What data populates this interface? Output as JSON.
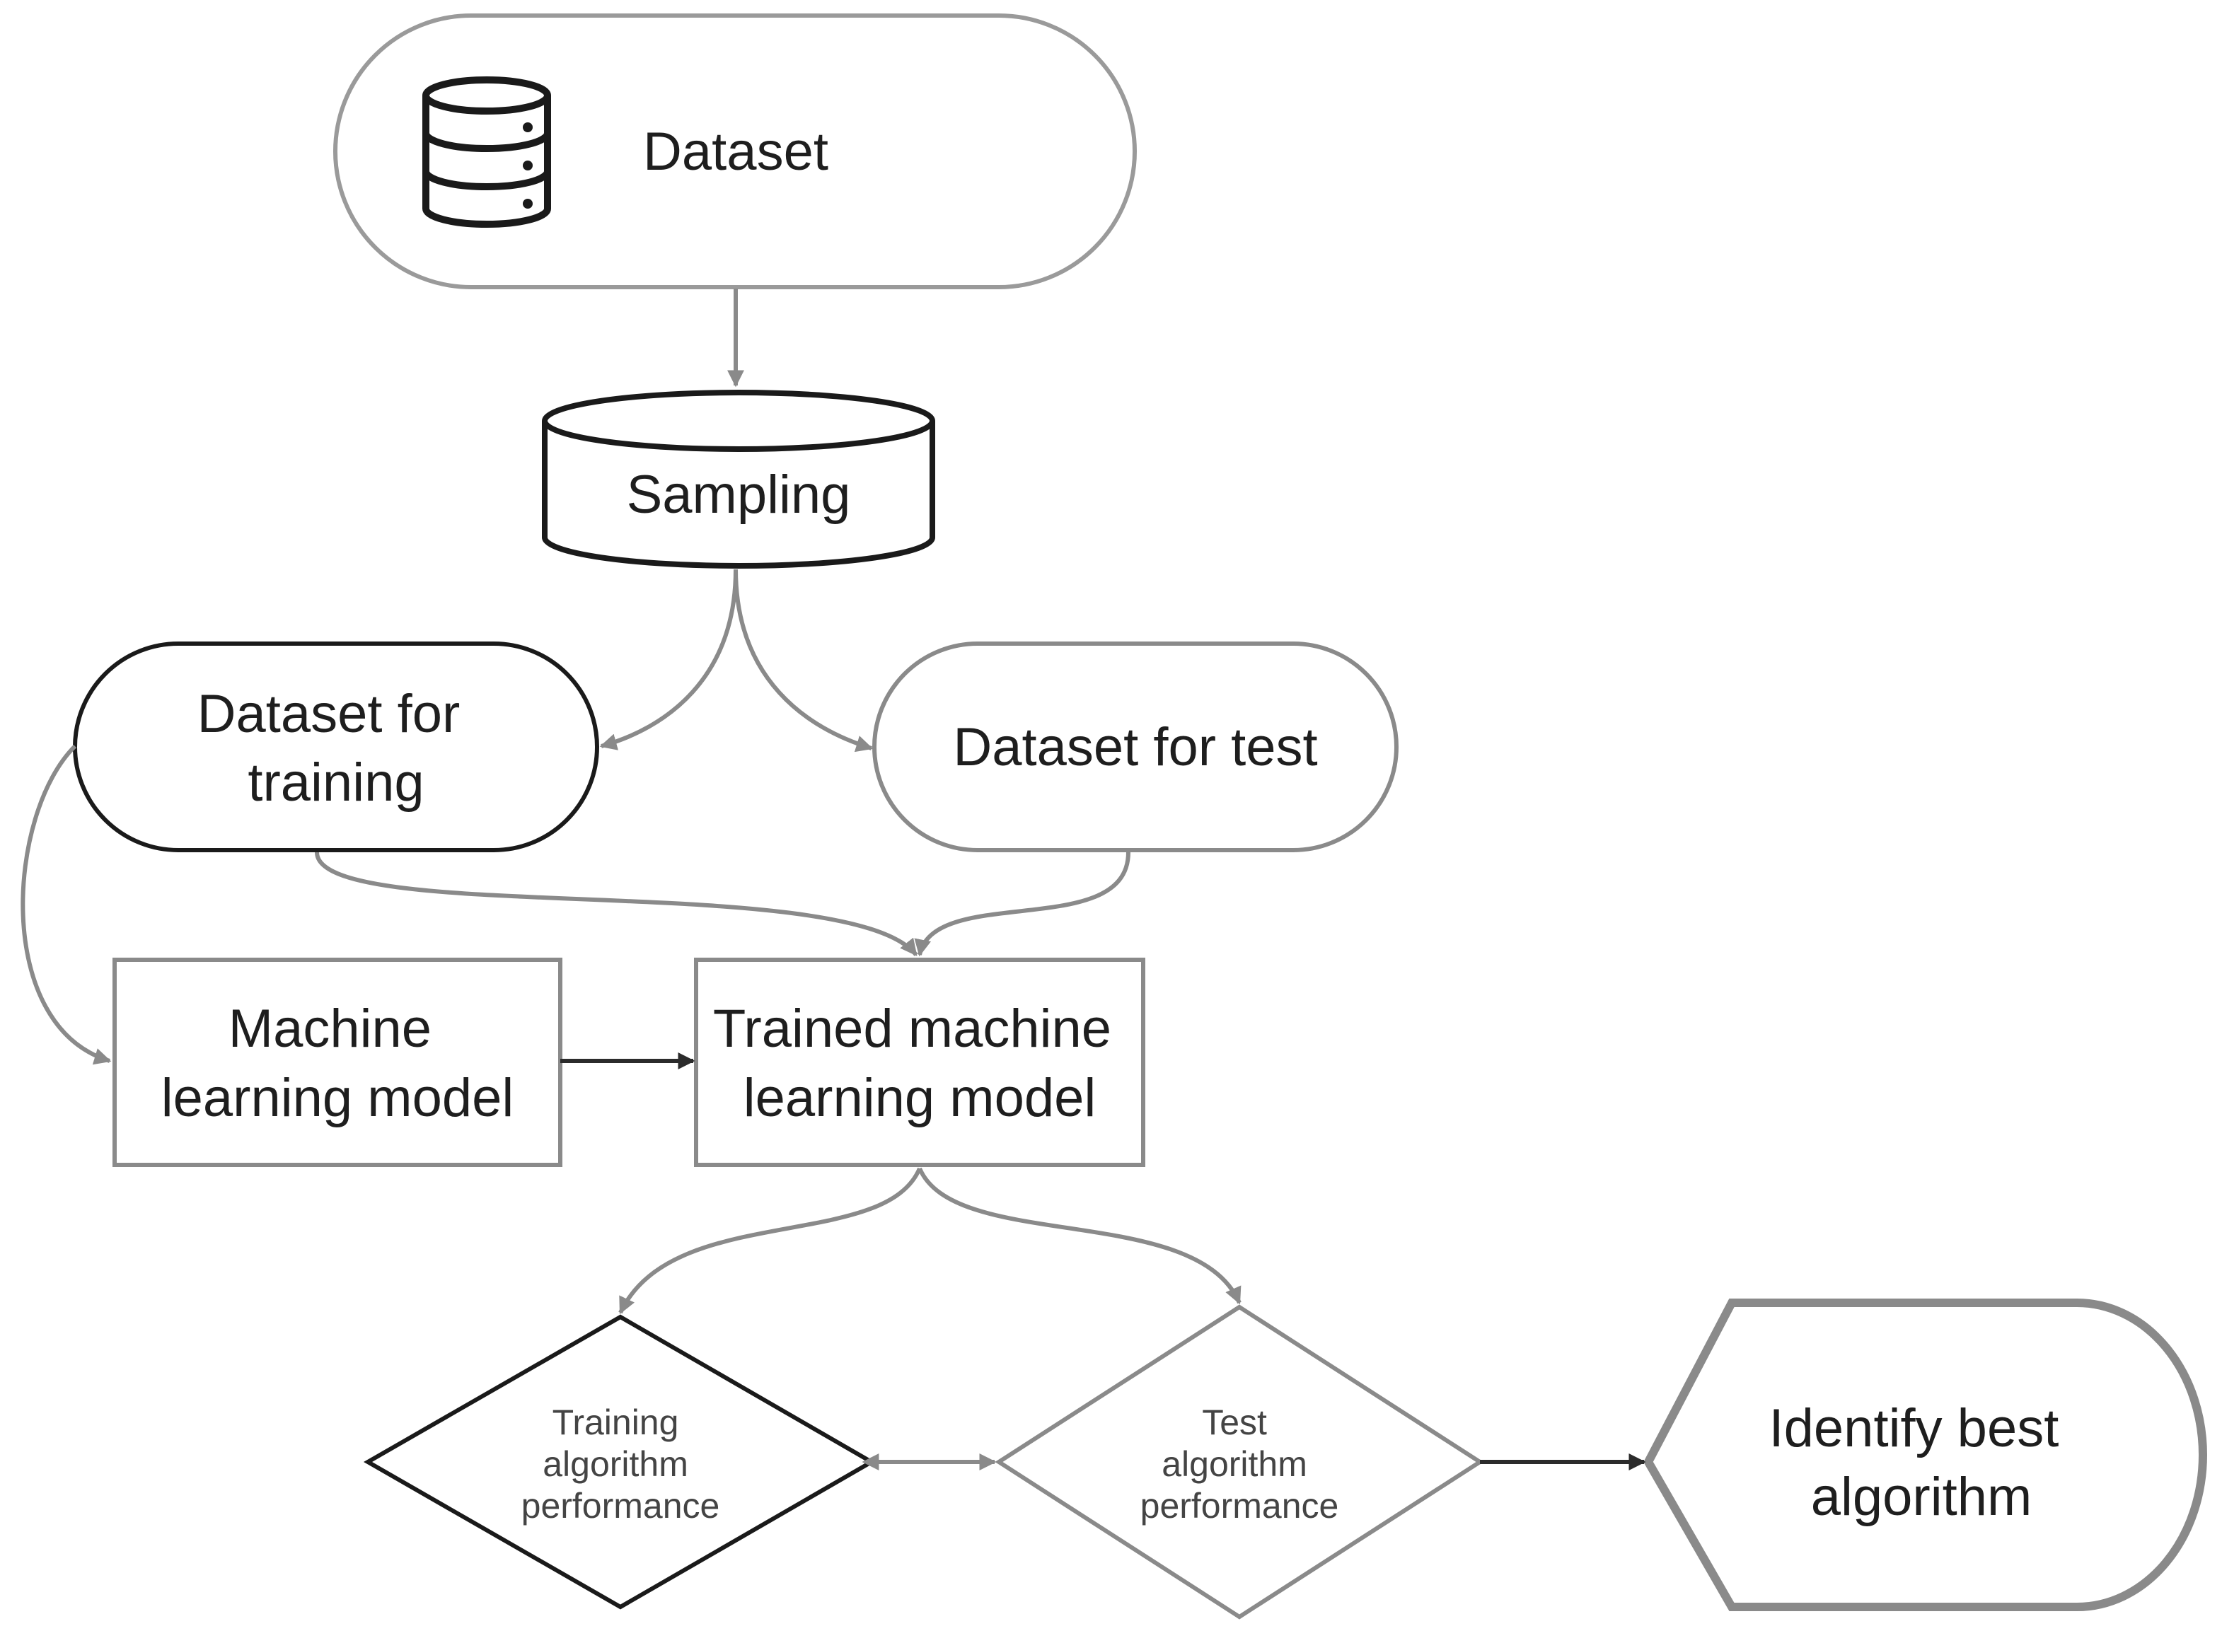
{
  "nodes": {
    "dataset": {
      "label": "Dataset",
      "icon": "database-icon"
    },
    "sampling": {
      "label": "Sampling"
    },
    "train_data": {
      "lines": [
        "Dataset for",
        "training"
      ]
    },
    "test_data": {
      "label": "Dataset for test"
    },
    "ml_model": {
      "lines": [
        "Machine",
        "learning model"
      ]
    },
    "trained_model": {
      "lines": [
        "Trained machine",
        "learning model"
      ]
    },
    "train_perf": {
      "lines": [
        "Training",
        "algorithm",
        "performance"
      ]
    },
    "test_perf": {
      "lines": [
        "Test",
        "algorithm",
        "performance"
      ]
    },
    "best": {
      "lines": [
        "Identify best",
        "algorithm"
      ]
    }
  },
  "colors": {
    "dark_stroke": "#222222",
    "grey_stroke": "#8a8a8a",
    "text": "#1e1e1e"
  }
}
